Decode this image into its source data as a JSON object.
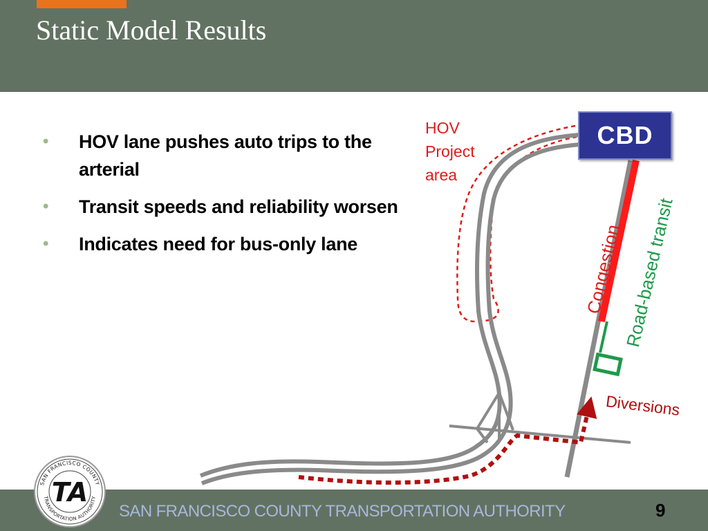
{
  "slide": {
    "title": "Static Model Results",
    "bullets": [
      {
        "text": "HOV lane pushes auto trips to the arterial"
      },
      {
        "text": "Transit speeds and reliability worsen"
      },
      {
        "text": "Indicates need for bus-only lane"
      }
    ],
    "bullet_glyph": "•"
  },
  "diagram": {
    "hov_label_lines": [
      "HOV",
      "Project",
      "area"
    ],
    "cbd_label": "CBD",
    "congestion_label": "Congestion",
    "transit_label": "Road-based transit",
    "diversions_label": "Diversions",
    "colors": {
      "freeway": "#8a8a8a",
      "hov_area": "#e01b1b",
      "congestion": "#ff1a1a",
      "transit": "#1e9a4a",
      "diversions": "#b01010",
      "cbd_box": "#2c3392"
    }
  },
  "footer": {
    "agency": "SAN FRANCISCO COUNTY TRANSPORTATION AUTHORITY",
    "page_number": "9",
    "logo_ring_top": "SAN FRANCISCO COUNTY",
    "logo_ring_bottom": "TRANSPORTATION AUTHORITY",
    "logo_mark": "TA"
  },
  "theme": {
    "header_bg": "#627262",
    "accent": "#e8731c",
    "bullet_dot": "#9fb98a"
  }
}
